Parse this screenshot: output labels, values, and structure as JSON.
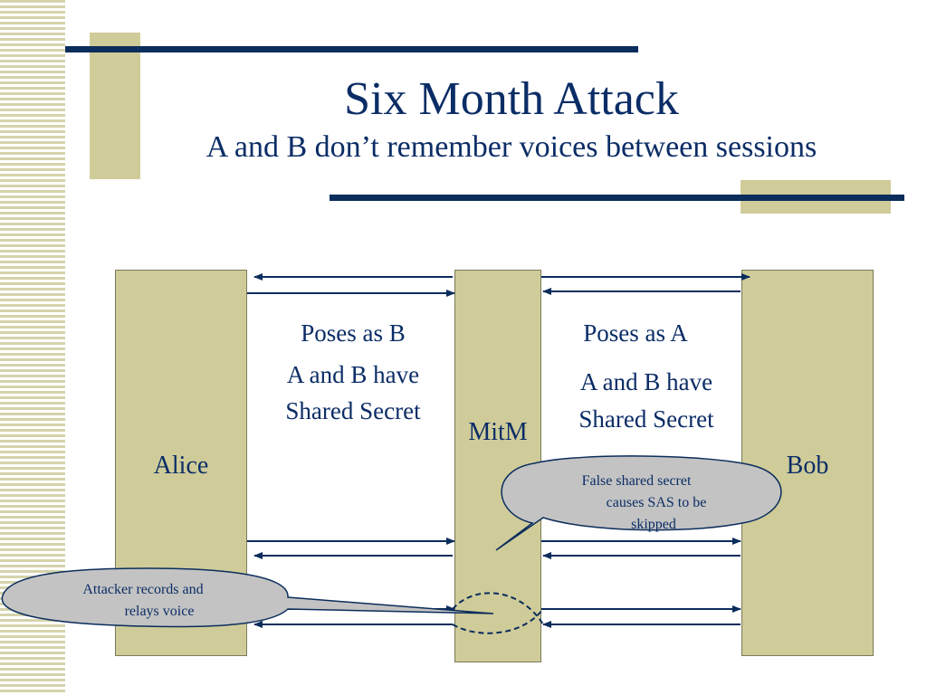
{
  "slide": {
    "title": "Six Month Attack",
    "subtitle": "A and B don’t remember voices between sessions"
  },
  "diagram": {
    "left_party": "Alice",
    "middle_party": "MitM",
    "right_party": "Bob",
    "left_annotation": {
      "line1": "Poses as B",
      "line2": "A and B have",
      "line3": "Shared Secret"
    },
    "right_annotation": {
      "line1": "Poses as A",
      "line2": "A and B have",
      "line3": "Shared Secret"
    },
    "callout_mitm": {
      "line1": "False shared secret",
      "line2": "causes SAS to be",
      "line3": "skipped"
    },
    "callout_attacker": {
      "line1": "Attacker records and",
      "line2": "relays voice"
    }
  },
  "colors": {
    "accent_navy": "#0b2d5c",
    "khaki": "#cfcc9a",
    "callout_gray": "#c3c3c3",
    "text_blue": "#0b2d66"
  }
}
